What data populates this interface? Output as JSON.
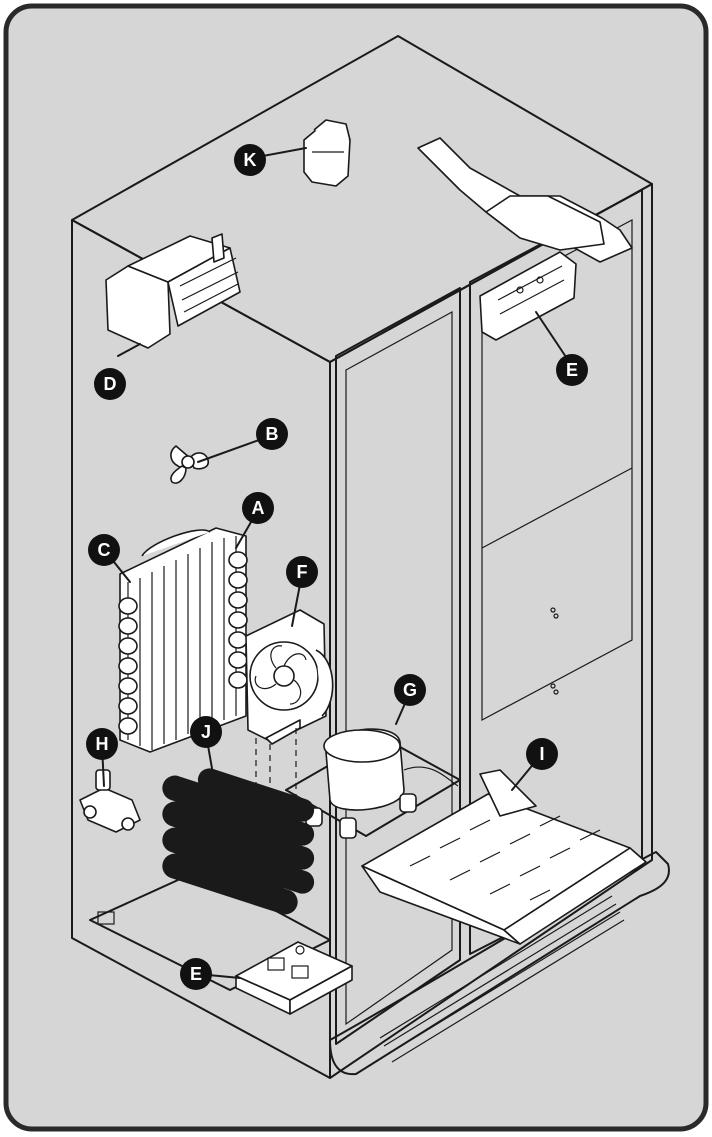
{
  "colors": {
    "panel_background": "#d6d6d6",
    "frame_border": "#2a2a2a",
    "cabinet_face": "#d9d9d9",
    "line": "#1a1a1a",
    "callout_fill": "#111111",
    "callout_text": "#ffffff"
  },
  "callouts": [
    {
      "id": "K",
      "label": "K"
    },
    {
      "id": "D",
      "label": "D"
    },
    {
      "id": "E-top",
      "label": "E"
    },
    {
      "id": "B",
      "label": "B"
    },
    {
      "id": "A",
      "label": "A"
    },
    {
      "id": "C",
      "label": "C"
    },
    {
      "id": "F",
      "label": "F"
    },
    {
      "id": "G",
      "label": "G"
    },
    {
      "id": "H",
      "label": "H"
    },
    {
      "id": "J",
      "label": "J"
    },
    {
      "id": "I",
      "label": "I"
    },
    {
      "id": "E-bottom",
      "label": "E"
    }
  ]
}
